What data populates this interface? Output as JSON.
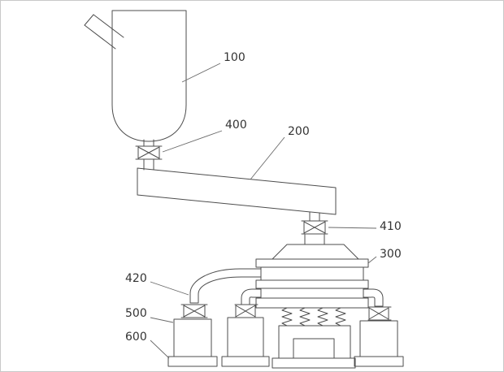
{
  "figure": {
    "type": "patent-style line drawing",
    "labels": {
      "hopper": "100",
      "conveyor": "200",
      "sifter": "300",
      "hopper_valve": "400",
      "sifter_inlet_valve": "410",
      "discharge_pipe": "420",
      "collection_container": "500",
      "container_base": "600"
    },
    "colors": {
      "line": "#4d4d4d",
      "background": "#ffffff",
      "border": "#c9c9c9"
    }
  }
}
